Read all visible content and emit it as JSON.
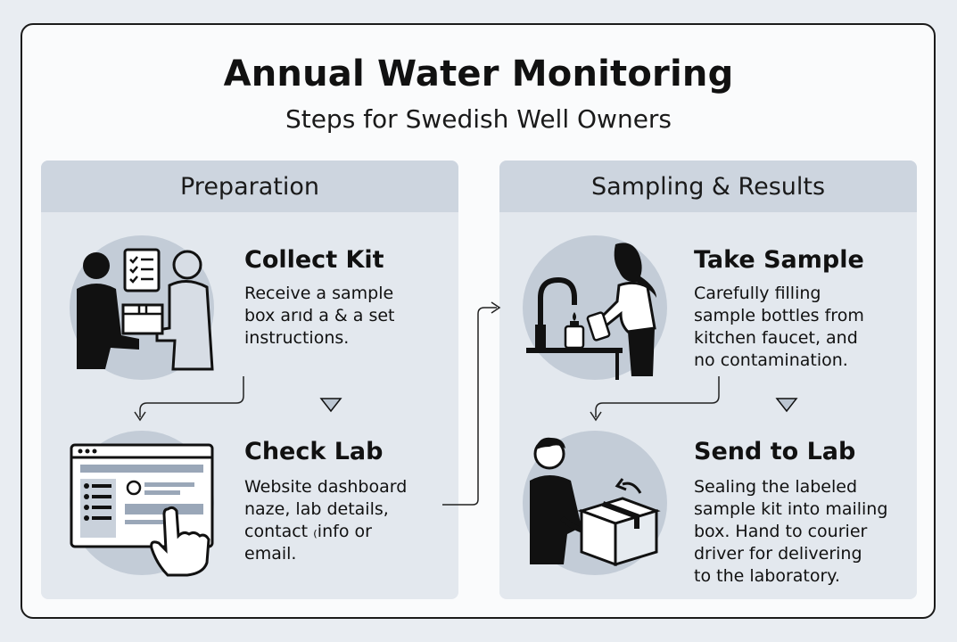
{
  "title": "Annual Water Monitoring",
  "subtitle": "Steps for Swedish Well Owners",
  "colors": {
    "panel": "#e3e8ee",
    "header": "#cdd5df",
    "circle": "#c3ccd7",
    "ink": "#111111"
  },
  "panels": [
    {
      "header": "Preparation",
      "steps": [
        {
          "title": "Collect Kit",
          "description": "Receive a sample\nbox arıd a & a set\ninstructions.",
          "icon": "handover-icon"
        },
        {
          "title": "Check Lab",
          "description": "Website dashboard\nnaze, lab details,\ncontact ₍info or\nemail.",
          "icon": "dashboard-icon"
        }
      ]
    },
    {
      "header": "Sampling & Results",
      "steps": [
        {
          "title": "Take Sample",
          "description": "Carefully filling\nsample bottles from\nkitchen faucet, and\nno contamination.",
          "icon": "faucet-icon"
        },
        {
          "title": "Send to Lab",
          "description": "Sealing the labeled\nsample kit into mailing\nbox. Hand to courier\ndriver for delivering\nto the laboratory.",
          "icon": "package-icon"
        }
      ]
    }
  ]
}
